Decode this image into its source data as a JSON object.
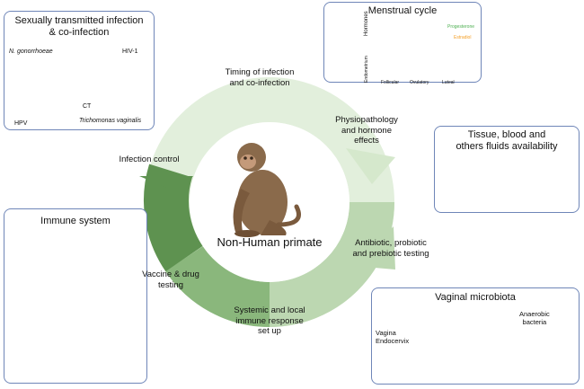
{
  "center": {
    "title": "Non-Human primate"
  },
  "ring_labels": {
    "timing": [
      "Timing of infection",
      "and co-infection"
    ],
    "physio": [
      "Physiopathology",
      "and hormone",
      "effects"
    ],
    "antibiotic": [
      "Antibiotic, probiotic",
      "and prebiotic testing"
    ],
    "systemic": [
      "Systemic and local",
      "immune response",
      "set up"
    ],
    "vaccine": [
      "Vaccine & drug",
      "testing"
    ],
    "control": [
      "Infection control"
    ]
  },
  "sti_panel": {
    "title": [
      "Sexually transmitted infection",
      "& co-infection"
    ],
    "labels": {
      "ng": "N. gonorrhoeae",
      "hiv": "HIV-1",
      "ct": "CT",
      "hpv": "HPV",
      "tv": "Trichomonas vaginalis"
    }
  },
  "menstrual_panel": {
    "title": "Menstrual cycle",
    "y_label": "Hormones",
    "y_label2": "Endometrium",
    "series": [
      "Progesterone",
      "Estradiol"
    ],
    "phases": [
      "Follicular",
      "Ovulatory",
      "Luteal"
    ]
  },
  "tissue_panel": {
    "title": [
      "Tissue, blood and",
      "others fluids availability"
    ]
  },
  "immune_panel": {
    "title": "Immune system"
  },
  "microbiota_panel": {
    "title": "Vaginal microbiota",
    "left_label": [
      "Vagina",
      "Endocervix"
    ],
    "right_label": [
      "Anaerobic",
      "bacteria"
    ]
  },
  "colors": {
    "panel_border": "#6f86b8",
    "ring_light": "#dfeed8",
    "ring_dark": "#5f9050"
  }
}
